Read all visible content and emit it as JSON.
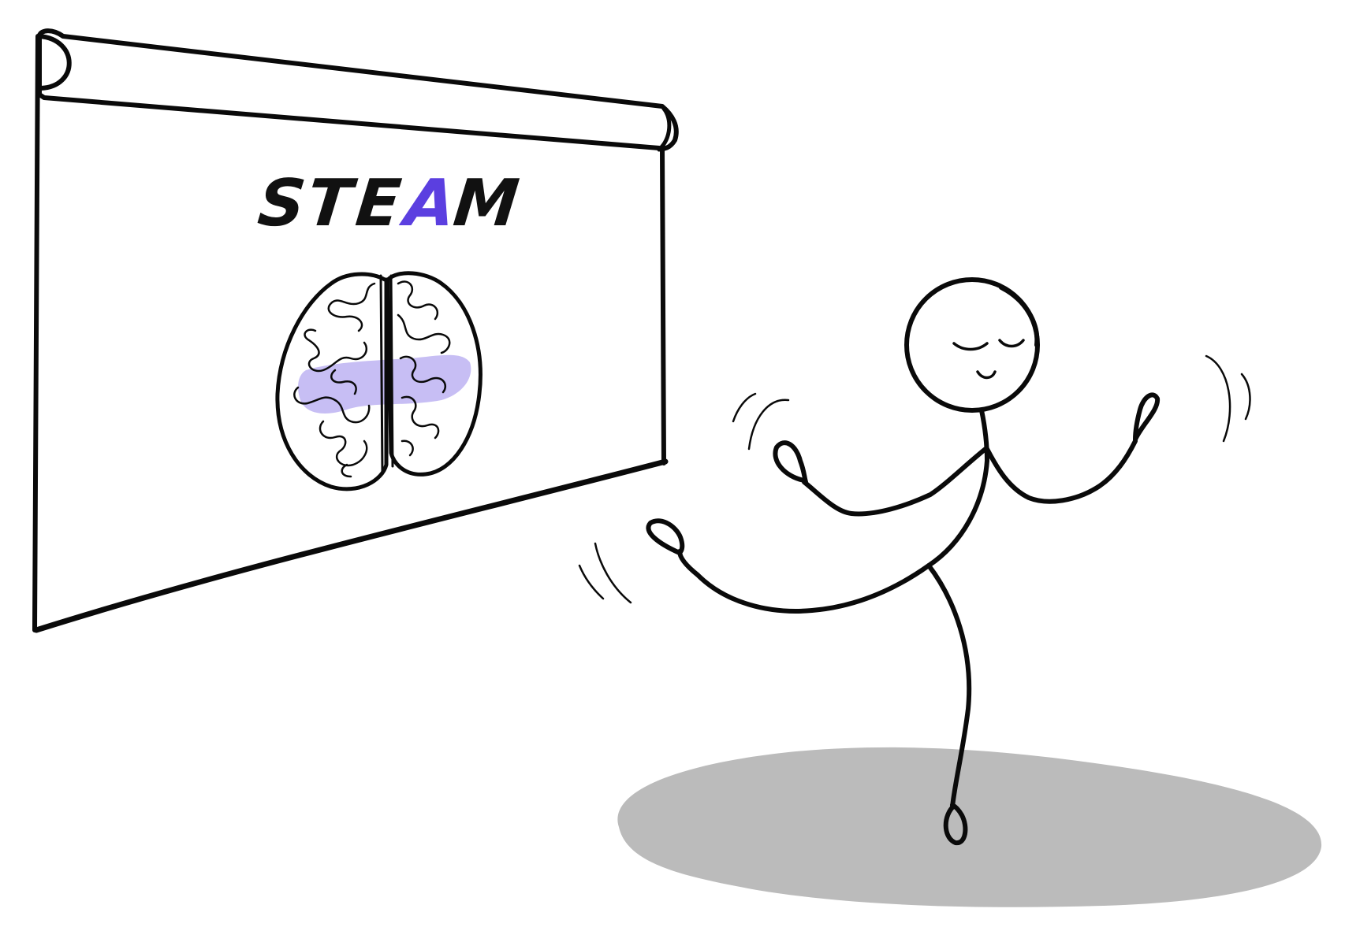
{
  "screen": {
    "title_letters": [
      {
        "char": "S",
        "color": "#111111"
      },
      {
        "char": "T",
        "color": "#111111"
      },
      {
        "char": "E",
        "color": "#111111"
      },
      {
        "char": "A",
        "color": "#5b3fe0"
      },
      {
        "char": "M",
        "color": "#111111"
      }
    ],
    "brain_highlight_color": "#b4a8f0",
    "icon": "brain-icon"
  },
  "figure": {
    "pose": "dancing-stick-figure",
    "face": "smiling-eyes-closed"
  },
  "floor_shadow_color": "#bbbbbb",
  "ink_color": "#0a0a0a"
}
